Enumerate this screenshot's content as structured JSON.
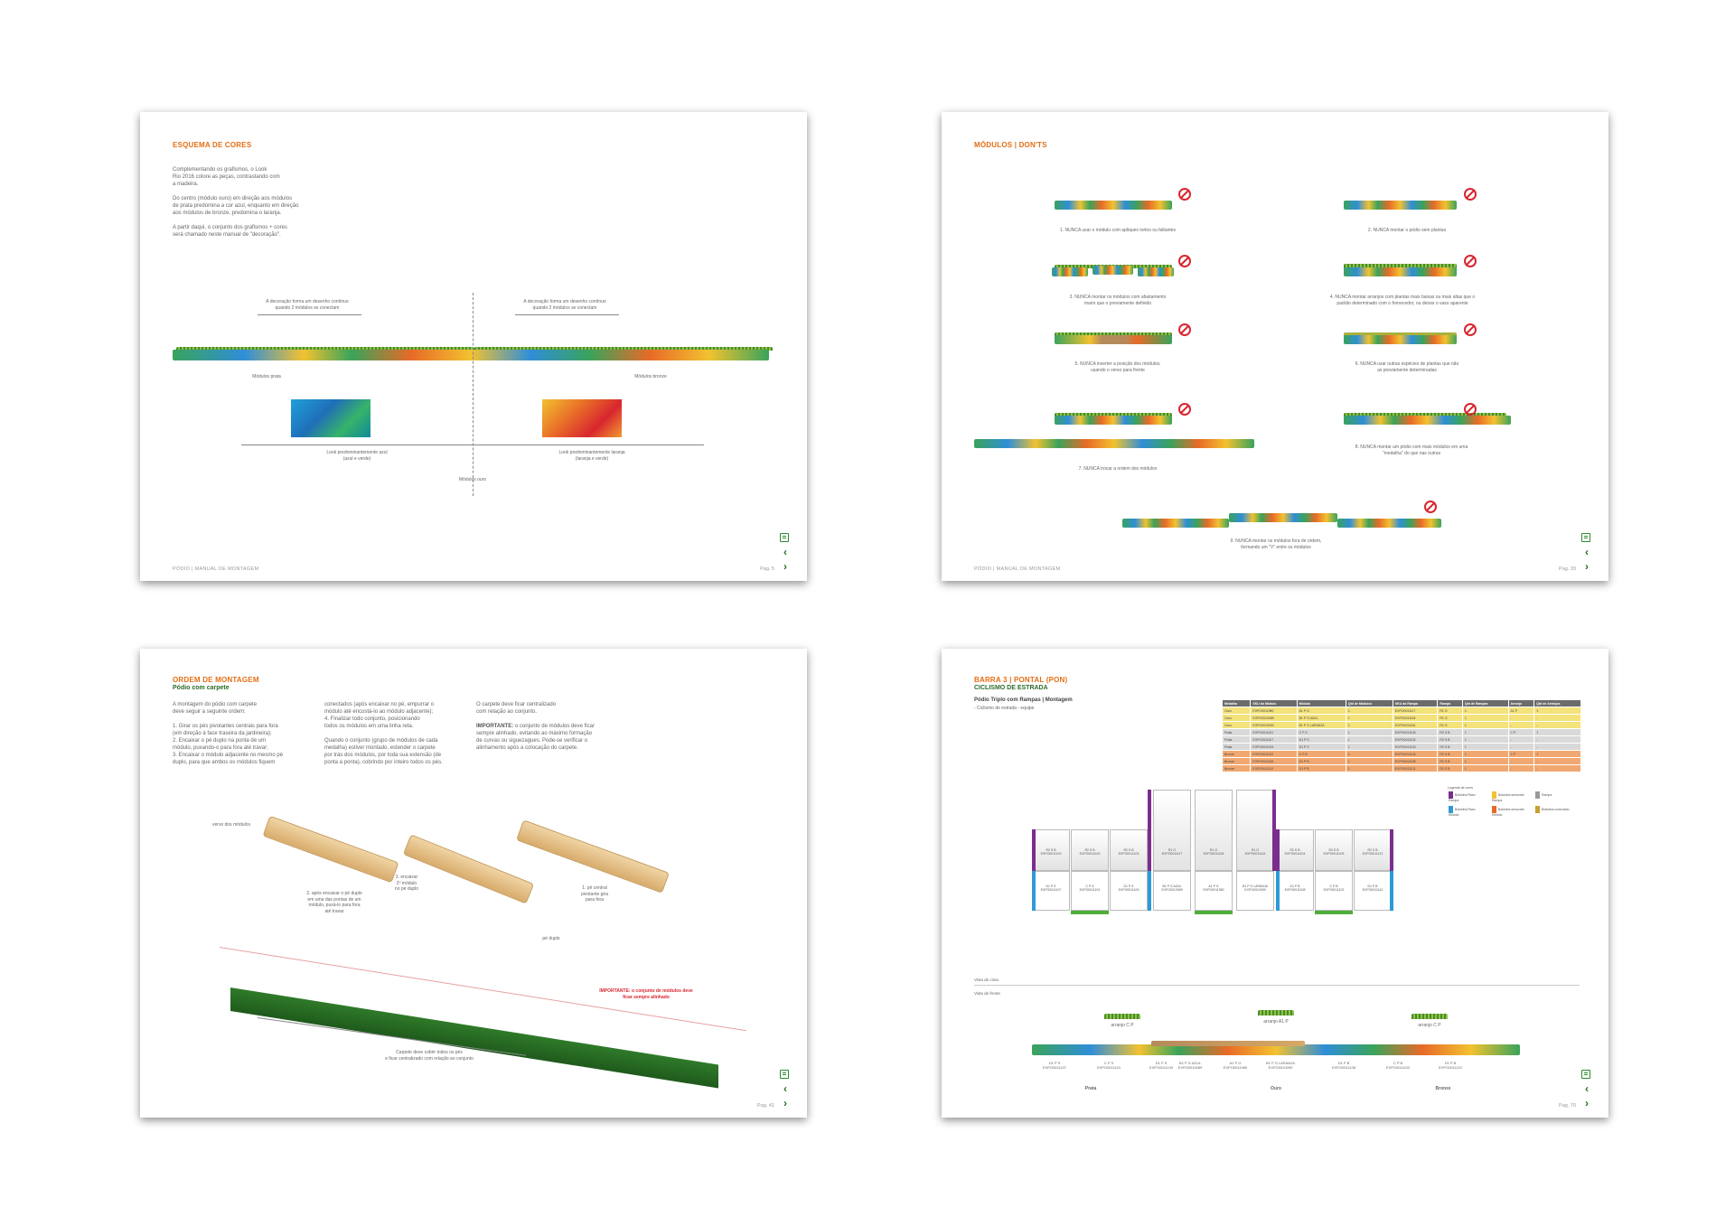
{
  "page1": {
    "title": "ESQUEMA DE CORES",
    "body": "Complementando os grafismos, o Look\nRio 2016 colore as peças, contrastando com\na madeira.\n\nDo centro (módulo ouro) em direção aos módulos\nde prata predomina a cor azul, enquanto em direção\naos módulos de bronze, predomina o laranja.\n\nA partir daqui, o conjunto dos grafismos + cores\nserá chamado neste manual de \"decoração\".",
    "note_left": "A decoração forma um desenho contínuo\nquando 2 módulos se conectam",
    "note_right": "A decoração forma um desenho contínuo\nquando 2 módulos se conectam",
    "label_prata": "Módulos prata",
    "label_bronze": "Módulos bronze",
    "look_blue": "Look predominantemente azul\n(azul e verde)",
    "look_orange": "Look predominantemente laranja\n(laranja e verde)",
    "label_ouro": "Módulos ouro",
    "footer": "PÓDIO | MANUAL DE MONTAGEM",
    "page": "Pag. 5"
  },
  "page2": {
    "title": "MÓDULOS | DON'TS",
    "captions": [
      "1. NUNCA usar o módulo com apliques tortos ou faltantes",
      "2. NUNCA montar o pódio sem plantas",
      "3. NUNCA montar os módulos com afastamento\nmaior que o previamente definido",
      "4. NUNCA montar arranjos com plantas mais baixas ou mais altas que o\npadrão determinado com o fornecedor, ou deixar o vaso aparente",
      "5. NUNCA inverter a posição dos módulos,\nusando o verso para frente",
      "6. NUNCA usar outras espécies de plantas que não\nas previamente determinadas",
      "7. NUNCA trocar a ordem dos módulos",
      "8. NUNCA montar um pódio com mais módulos em uma\n\"medalha\" do que nas outras",
      "9. NUNCA montar os módulos fora de ordem,\nformando um \"V\" entre os módulos"
    ],
    "footer": "PÓDIO | MANUAL DE MONTAGEM",
    "page": "Pag. 33"
  },
  "page3": {
    "title": "ORDEM DE MONTAGEM",
    "subtitle": "Pódio com carpete",
    "col1": "A montagem do pódio com carpete\ndeve seguir a seguinte ordem:\n\n1. Girar os pés pivotantes centrais para fora\n(em direção à face traseira da jardineira);\n2. Encaixar o pé duplo na ponta de um\nmódulo, puxando-o para fora até travar;\n3. Encaixar o módulo adjacente no mesmo pé\nduplo, para que ambos os módulos fiquem",
    "col2": "conectados (após encaixar no pé, empurrar o\nmódulo até encostá-lo ao módulo adjacente);\n4. Finalizar todo conjunto, posicionando\ntodos os módulos em uma linha reta.\n\nQuando o conjunto (grupo de módulos de cada\nmedalha) estiver montado, estender o carpete\npor trás dos módulos, por toda sua extensão (de\nponta a ponta), cobrindo por inteiro todos os pés.",
    "col3a": "O carpete deve ficar centralizado\ncom relação ao conjunto.",
    "col3_important": "IMPORTANTE:",
    "col3b": " o conjunto de módulos deve ficar\nsempre alinhado, evitando ao máximo formação\nde curvas ou siguezagues. Pode-se verificar o\nalinhamento após a colocação do carpete.",
    "lbl_verso": "verso dos módulos",
    "lbl_step2": "2. após encaixar o pé duplo\nem uma das pontas de um\nmódulo, puxá-lo para fora\naté travar",
    "lbl_step3": "3. encaixar\n2º módulo\nno pé duplo",
    "lbl_step1": "1. pé central\npivotante gira\npara fora",
    "lbl_pe": "pé duplo",
    "important_red": "IMPORTANTE: o conjunto de módulos deve\nficar sempre alinhado",
    "carpet_note": "Carpete deve cobrir todos os pés\ne ficar centralizado com relação ao conjunto",
    "footer": "",
    "page": "Pag. 41"
  },
  "page4": {
    "title": "BARRA 3 | PONTAL (PON)",
    "subtitle": "CICLISMO DE ESTRADA",
    "heading": "Pódio Triplo com Rampas | Montagem",
    "subheading": "- Ciclismo de estrada - equipe",
    "table_headers": [
      "Medalha",
      "SKU do Módulo",
      "Módulo",
      "Qtd de Módulos",
      "SKU da Rampa",
      "Rampa",
      "Qtd de Rampas",
      "Arranjo",
      "Qtd de Arranjos"
    ],
    "table_rows": [
      [
        "Ouro",
        "EXPO0011980",
        "A1 P G",
        "1",
        "EXPO0011117",
        "R1 G",
        "1",
        "A1 P",
        "1"
      ],
      [
        "Ouro",
        "EXPO0010089",
        "B1 P G AZUL",
        "1",
        "EXPO0011118",
        "R1 G",
        "1",
        "-",
        "-"
      ],
      [
        "Ouro",
        "EXPO0010090",
        "B1 P G LARANJA",
        "1",
        "EXPO0011116",
        "R1 G",
        "1",
        "-",
        "-"
      ],
      [
        "Prata",
        "EXPO0011101",
        "C P S",
        "1",
        "EXPO0011103",
        "R2 S B",
        "1",
        "C P",
        "1"
      ],
      [
        "Prata",
        "EXPO0011107",
        "D1 P S",
        "1",
        "EXPO0011102",
        "R2 S B",
        "1",
        "-",
        "-"
      ],
      [
        "Prata",
        "EXPO0011109",
        "D1 P S",
        "1",
        "EXPO0011103",
        "R2 S B",
        "1",
        "-",
        "-"
      ],
      [
        "Bronze",
        "EXPO0011102",
        "C P B",
        "1",
        "EXPO0011104",
        "R2 S B",
        "1",
        "C P",
        "1"
      ],
      [
        "Bronze",
        "EXPO0011108",
        "D1 P B",
        "1",
        "EXPO0011105",
        "R2 S B",
        "1",
        "-",
        "-"
      ],
      [
        "Bronze",
        "EXPO0011110",
        "D1 P B",
        "1",
        "EXPO0011121",
        "R2 S B",
        "1",
        "-",
        "-"
      ]
    ],
    "legend_title": "Legenda de cores",
    "legend": [
      "Bolsinha Raso\nRampa",
      "Bolsinha sensorial\nRampa",
      "Rampa",
      "Bolsinha Raso\nMódulo",
      "Bolsinha sensorial\nMódulo",
      "Bolsinha conectado"
    ],
    "ramps_top": [
      "R2 S B\nEXPO0011103",
      "R2 S B\nEXPO0011102",
      "R2 S B\nEXPO0011103",
      "R1 G\nEXPO0011117",
      "R1 G\nEXPO0011118",
      "R1 G\nEXPO0011116",
      "R2 S B\nEXPO0011104",
      "R2 S B\nEXPO0011105",
      "R2 S B\nEXPO0011121"
    ],
    "modules_top": [
      "D1 P S\nEXPO0011107",
      "C P S\nEXPO0011101",
      "D1 P S\nEXPO0011109",
      "B1 P G AZUL\nEXPO0010089",
      "A1 P G\nEXPO0011980",
      "B1 P G LARANJA\nEXPO0010090",
      "D1 P B\nEXPO0011108",
      "C P B\nEXPO0011102",
      "D1 P B\nEXPO0011110"
    ],
    "vista_cima": "Vista de cima",
    "vista_frente": "Vista de frente",
    "arranjo_left": "arranjo C P",
    "arranjo_mid": "arranjo A1 P",
    "arranjo_right": "arranjo C P",
    "front_labels": [
      "D1 P S\nEXPO0011107",
      "C P S\nEXPO0011101",
      "D1 P S\nEXPO0011109",
      "B1 P G AZUL\nEXPO0010089",
      "A1 P G\nEXPO0011980",
      "B1 P G LARANJA\nEXPO0010090",
      "D1 P B\nEXPO0011108",
      "C P B\nEXPO0011102",
      "D1 P B\nEXPO0011110"
    ],
    "group_prata": "Prata",
    "group_ouro": "Ouro",
    "group_bronze": "Bronze",
    "page": "Pag. 70"
  },
  "colors": {
    "accent_orange": "#e46e13",
    "accent_green": "#2b6b28",
    "red": "#d8262f"
  }
}
